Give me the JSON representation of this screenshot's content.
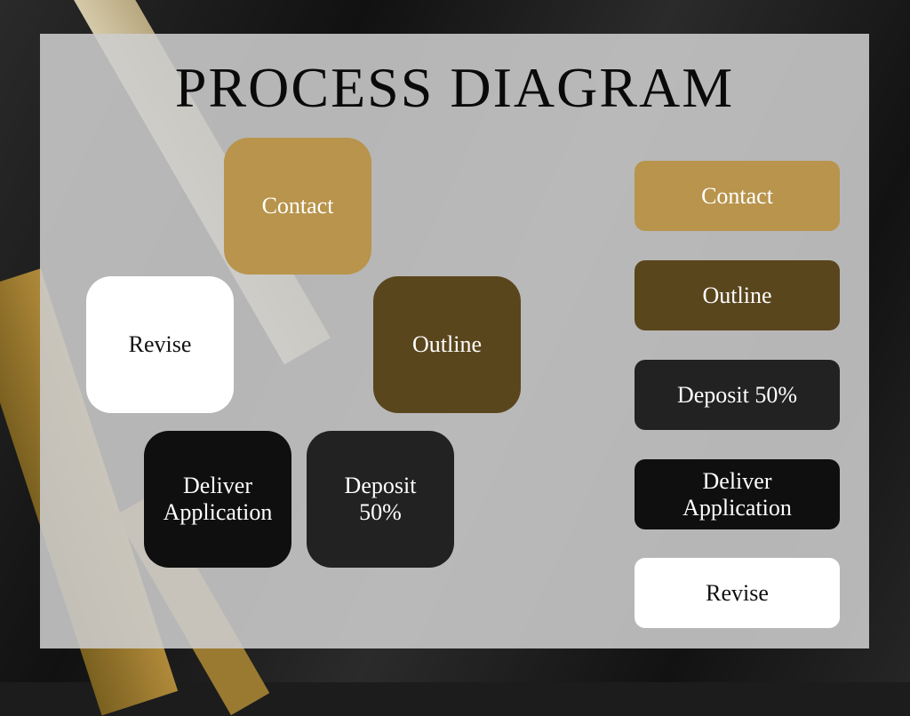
{
  "title": "PROCESS DIAGRAM",
  "colors": {
    "gold": "#b8944c",
    "brown": "#5a461d",
    "dark": "#222222",
    "black": "#0f0f0f",
    "white": "#ffffff"
  },
  "cycle": {
    "contact": "Contact",
    "outline": "Outline",
    "deposit": "Deposit 50%",
    "deliver": "Deliver Application",
    "revise": "Revise"
  },
  "list": [
    "Contact",
    "Outline",
    "Deposit 50%",
    "Deliver Application",
    "Revise"
  ]
}
